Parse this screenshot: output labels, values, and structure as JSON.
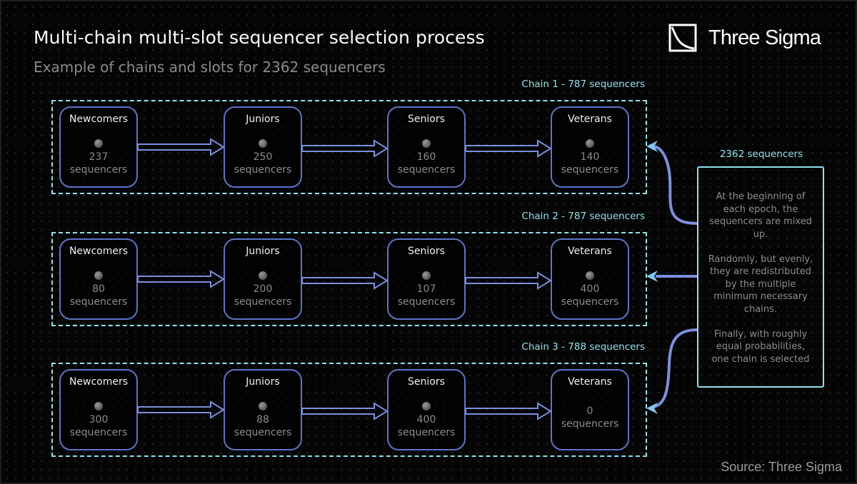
{
  "header": {
    "title": "Multi-chain multi-slot sequencer selection process",
    "subtitle": "Example of chains and slots for 2362 sequencers",
    "brand": "Three Sigma",
    "brand_icon": "three-sigma-logo-icon"
  },
  "colors": {
    "background": "#050505",
    "chain_border": "#8fe3e8",
    "node_border": "#5d74c8",
    "arrow": "#7b8fdc",
    "count_text": "#8c8c8c"
  },
  "chains": [
    {
      "label": "Chain 1 - 787 sequencers",
      "nodes": [
        {
          "name": "Newcomers",
          "count": "237",
          "unit": "sequencers",
          "dot": true
        },
        {
          "name": "Juniors",
          "count": "250",
          "unit": "sequencers",
          "dot": true
        },
        {
          "name": "Seniors",
          "count": "160",
          "unit": "sequencers",
          "dot": true
        },
        {
          "name": "Veterans",
          "count": "140",
          "unit": "sequencers",
          "dot": true
        }
      ]
    },
    {
      "label": "Chain 2 - 787 sequencers",
      "nodes": [
        {
          "name": "Newcomers",
          "count": "80",
          "unit": "sequencers",
          "dot": true
        },
        {
          "name": "Juniors",
          "count": "200",
          "unit": "sequencers",
          "dot": true
        },
        {
          "name": "Seniors",
          "count": "107",
          "unit": "sequencers",
          "dot": true
        },
        {
          "name": "Veterans",
          "count": "400",
          "unit": "sequencers",
          "dot": true
        }
      ]
    },
    {
      "label": "Chain 3 - 788 sequencers",
      "nodes": [
        {
          "name": "Newcomers",
          "count": "300",
          "unit": "sequencers",
          "dot": true
        },
        {
          "name": "Juniors",
          "count": "88",
          "unit": "sequencers",
          "dot": true
        },
        {
          "name": "Seniors",
          "count": "400",
          "unit": "sequencers",
          "dot": true
        },
        {
          "name": "Veterans",
          "count": "0",
          "unit": "sequencers",
          "dot": false
        }
      ]
    }
  ],
  "info": {
    "title": "2362 sequencers",
    "paragraphs": [
      "At the beginning of each epoch, the sequencers are mixed up.",
      "Randomly, but evenly, they are redistributed by the multiple minimum necessary chains.",
      "Finally, with roughly equal probabilities, one chain is selected"
    ]
  },
  "footer": {
    "source": "Source: Three Sigma"
  }
}
